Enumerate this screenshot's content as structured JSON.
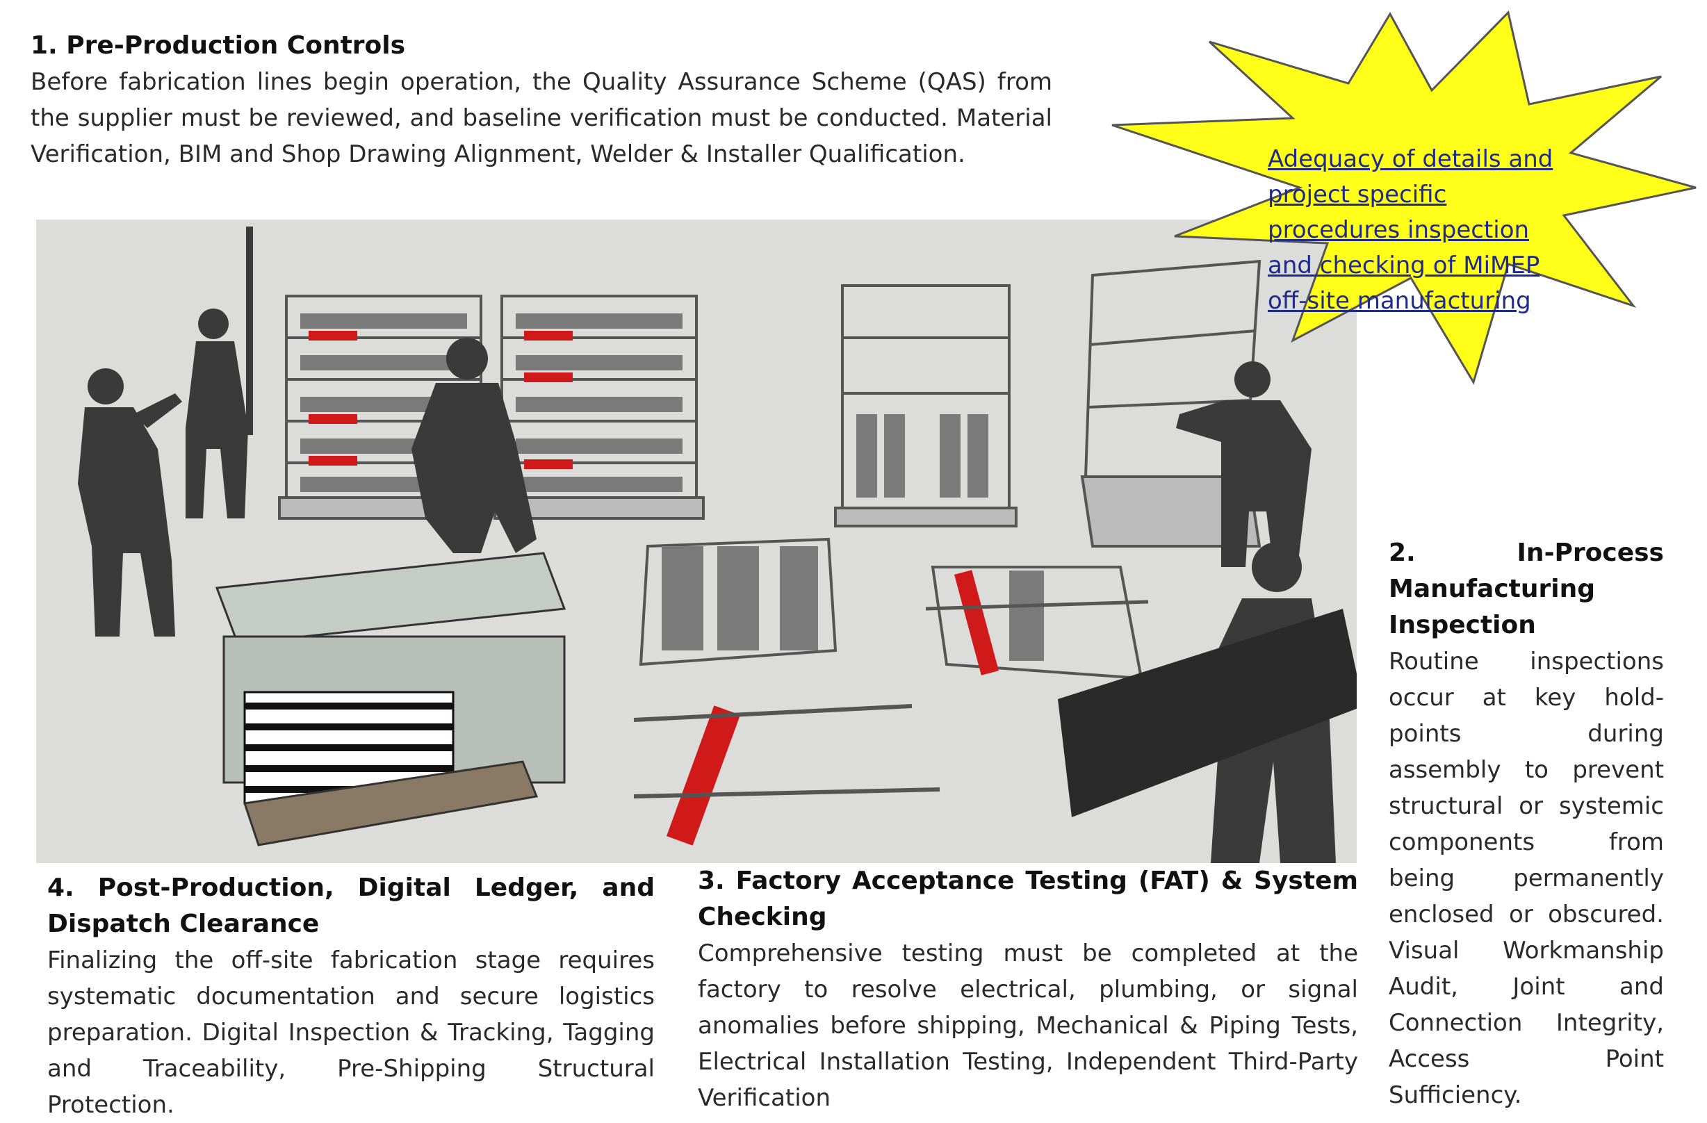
{
  "section1": {
    "title": "1. Pre-Production Controls",
    "body": "Before fabrication lines begin operation, the Quality Assurance Scheme (QAS) from the supplier must be reviewed, and baseline verification must be conducted. Material Verification, BIM and Shop Drawing Alignment, Welder & Installer Qualification."
  },
  "callout": {
    "text": "Adequacy of details and project specific procedures inspection and checking of MiMEP off-site manufacturing"
  },
  "section2": {
    "title": "2. In-Process Manufacturing Inspection",
    "body": "Routine inspections occur at key hold-points during assembly to prevent structural or systemic components from being permanently enclosed or obscured. Visual Workmanship Audit, Joint and Connection Integrity, Access Point Sufficiency."
  },
  "section3": {
    "title": "3. Factory Acceptance Testing (FAT) & System Checking",
    "body": "Comprehensive testing must be completed at the factory to resolve electrical, plumbing, or signal anomalies before shipping, Mechanical & Piping Tests, Electrical Installation Testing, Independent Third-Party Verification"
  },
  "section4": {
    "title": "4. Post-Production, Digital Ledger, and Dispatch Clearance",
    "body": "Finalizing the off-site fabrication stage requires systematic documentation and secure logistics preparation. Digital Inspection & Tracking, Tagging and Traceability, Pre-Shipping Structural Protection."
  },
  "colors": {
    "burst": "#ffff1a",
    "callout_text": "#1f2a8a",
    "pipe": "#d01a1a",
    "silhouette": "#3a3a3a",
    "scene_bg": "#dcdcda"
  }
}
